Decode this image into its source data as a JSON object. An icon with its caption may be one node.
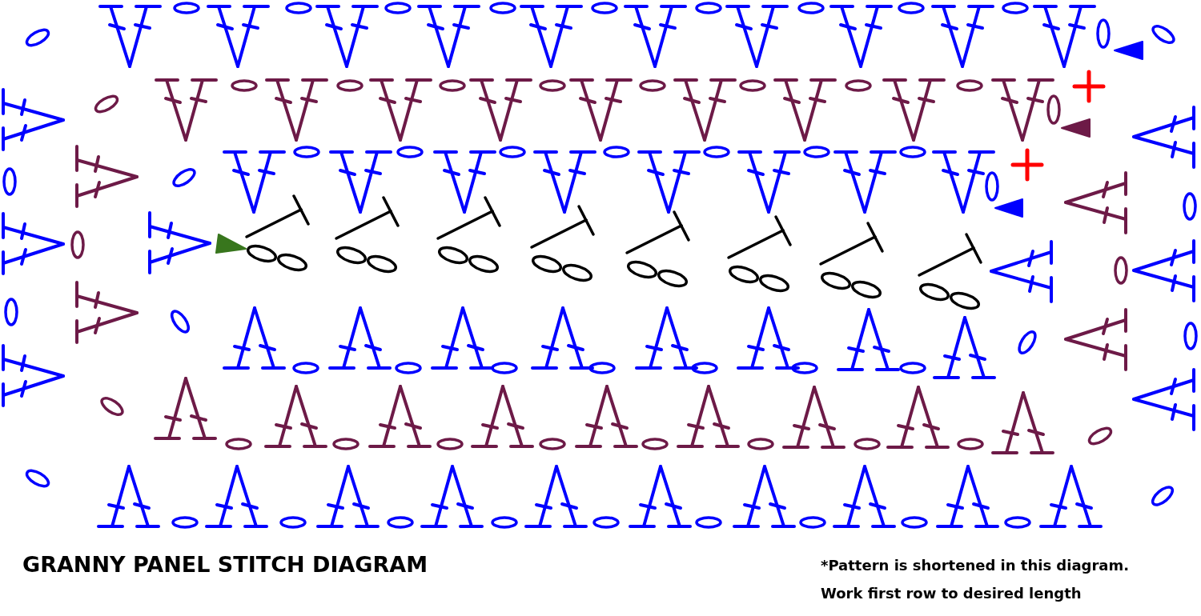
{
  "diagram": {
    "title": "GRANNY PANEL STITCH DIAGRAM",
    "labels": [
      "*Pattern is shortened in this diagram.",
      "Work first row to desired length"
    ]
  }
}
